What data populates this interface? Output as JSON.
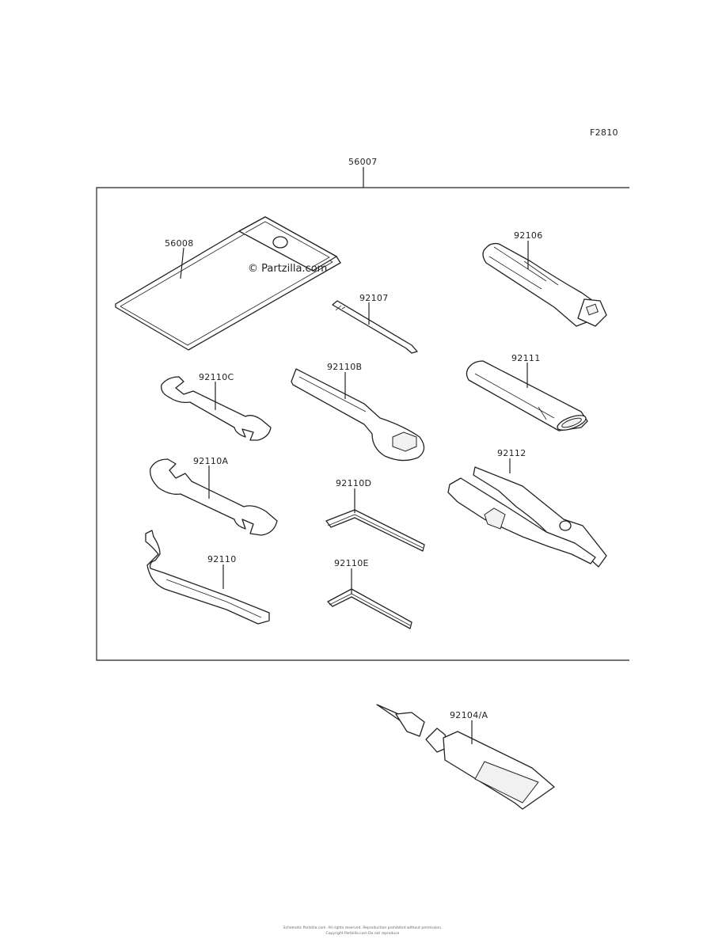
{
  "figure_code": "F2810",
  "watermark": "© Partzilla.com",
  "callouts": {
    "kit": "56007",
    "pouch": "56008",
    "driver_handle": "92106",
    "driver_bit": "92107",
    "wrench_c": "92110C",
    "wrench_b": "92110B",
    "extension": "92111",
    "wrench_a": "92110A",
    "hex_d": "92110D",
    "pliers": "92112",
    "spanner": "92110",
    "hex_e": "92110E",
    "tube": "92104/A"
  },
  "footer": {
    "line1": "Schematic Partzilla.com. All rights reserved. Reproduction prohibited without permission.",
    "line2": "Copyright Partzilla.com Do not reproduce"
  }
}
